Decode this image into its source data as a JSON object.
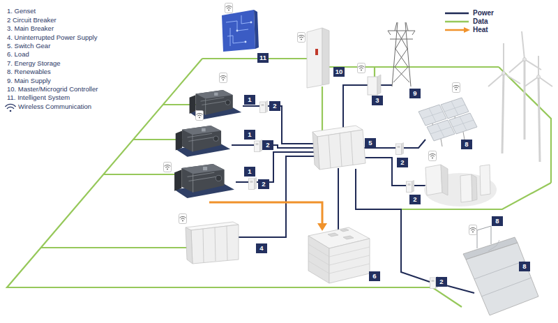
{
  "diagram": {
    "labels": [
      "11",
      "10",
      "1",
      "2",
      "3",
      "9",
      "1",
      "2",
      "5",
      "8",
      "1",
      "2",
      "2",
      "2",
      "8",
      "4",
      "6",
      "2",
      "8"
    ],
    "legend": [
      {
        "text": "1. Genset"
      },
      {
        "text": "2 Circuit Breaker"
      },
      {
        "text": "3. Main Breaker"
      },
      {
        "text": "4. Uninterrupted Power Supply"
      },
      {
        "text": "5. Switch Gear"
      },
      {
        "text": "6. Load"
      },
      {
        "text": "7. Energy Storage"
      },
      {
        "text": "8. Renewables"
      },
      {
        "text": "9. Main Supply"
      },
      {
        "text": "10. Master/Microgrid Controller"
      },
      {
        "text": "11. Intelligent System"
      },
      {
        "text": "Wireless Communication"
      },
      {
        "text": "Power"
      },
      {
        "text": "Data"
      },
      {
        "text": "Heat"
      }
    ]
  }
}
